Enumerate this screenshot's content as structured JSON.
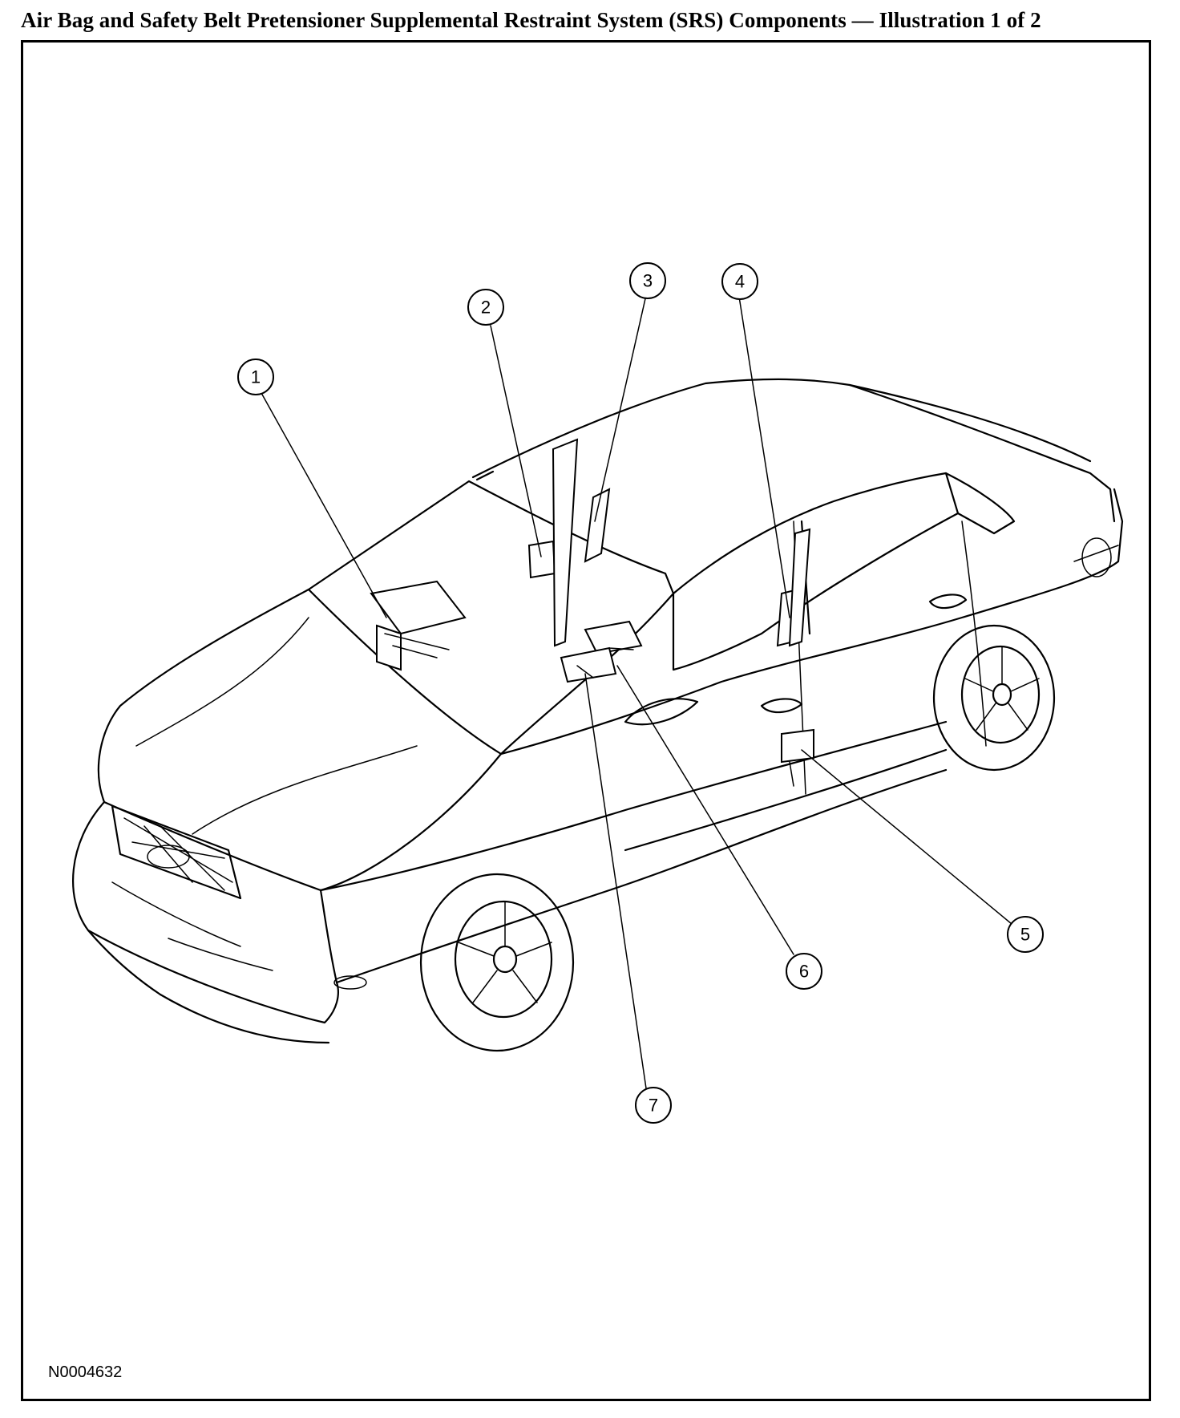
{
  "title": "Air Bag and Safety Belt Pretensioner Supplemental Restraint System (SRS) Components — Illustration 1 of 2",
  "figure_id": "N0004632",
  "callouts": [
    {
      "number": "1"
    },
    {
      "number": "2"
    },
    {
      "number": "3"
    },
    {
      "number": "4"
    },
    {
      "number": "5"
    },
    {
      "number": "6"
    },
    {
      "number": "7"
    }
  ]
}
